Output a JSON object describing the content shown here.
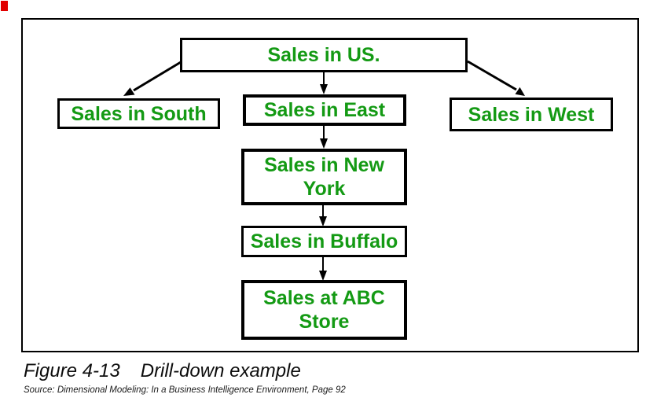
{
  "figure": {
    "caption_label": "Figure 4-13",
    "caption_title": "Drill-down example",
    "source": "Source: Dimensional Modeling: In a Business Intelligence Environment, Page 92"
  },
  "colors": {
    "node_text_green": "#149a14",
    "box_border": "#000000",
    "corner_mark_red": "#e10000",
    "background": "#ffffff"
  },
  "diagram": {
    "nodes": [
      {
        "id": "us",
        "label": "Sales in US."
      },
      {
        "id": "south",
        "label": "Sales in South"
      },
      {
        "id": "east",
        "label": "Sales in East"
      },
      {
        "id": "west",
        "label": "Sales in West"
      },
      {
        "id": "ny",
        "label": "Sales in New York"
      },
      {
        "id": "buffalo",
        "label": "Sales in Buffalo"
      },
      {
        "id": "abc",
        "label": "Sales at ABC Store"
      }
    ],
    "edges": [
      {
        "from": "us",
        "to": "south"
      },
      {
        "from": "us",
        "to": "east"
      },
      {
        "from": "us",
        "to": "west"
      },
      {
        "from": "east",
        "to": "ny"
      },
      {
        "from": "ny",
        "to": "buffalo"
      },
      {
        "from": "buffalo",
        "to": "abc"
      }
    ]
  }
}
